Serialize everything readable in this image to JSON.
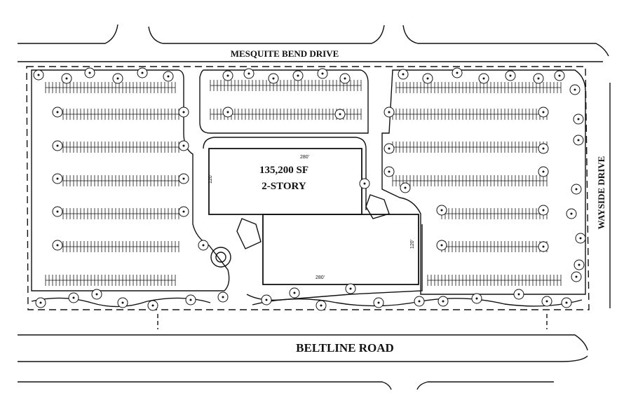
{
  "roads": {
    "north": "MESQUITE BEND DRIVE",
    "east": "WAYSIDE DRIVE",
    "south": "BELTLINE ROAD"
  },
  "building": {
    "area": "135,200 SF",
    "stories": "2-STORY"
  },
  "dimensions": {
    "upper_width": "280'",
    "upper_depth": "120'",
    "lower_width": "280'",
    "lower_depth": "120'"
  }
}
